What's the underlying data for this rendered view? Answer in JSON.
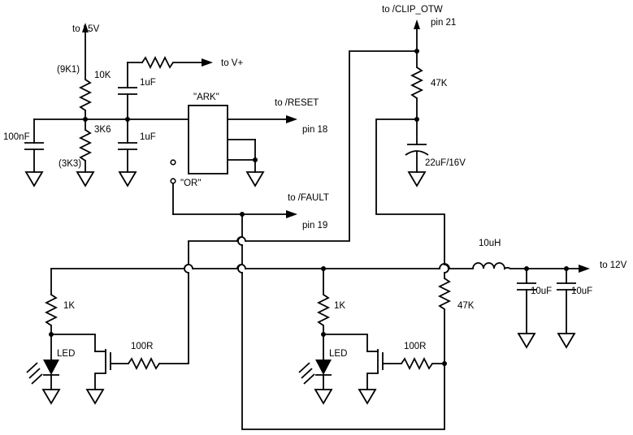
{
  "labels": {
    "to_15v": "to 15V",
    "r_9k1": "(9K1)",
    "r_10k": "10K",
    "to_vplus": "to V+",
    "c_1uf_top": "1uF",
    "ark": "\"ARK\"",
    "to_reset": "to /RESET",
    "pin18": "pin 18",
    "c_100nf": "100nF",
    "r_3k6": "3K6",
    "c_1uf_mid": "1uF",
    "r_3k3": "(3K3)",
    "or_label": "\"OR\"",
    "to_fault": "to /FAULT",
    "pin19": "pin 19",
    "to_clip": "to /CLIP_OTW",
    "pin21": "pin 21",
    "r_47k_top": "47K",
    "c_22uf": "22uF/16V",
    "l_10uh": "10uH",
    "to_12v": "to 12V",
    "r_1k_left": "1K",
    "r_1k_right": "1K",
    "r_47k_right": "47K",
    "c_10uf_a": "10uF",
    "c_10uf_b": "10uF",
    "led_left": "LED",
    "led_right": "LED",
    "r_100r_left": "100R",
    "r_100r_right": "100R"
  }
}
